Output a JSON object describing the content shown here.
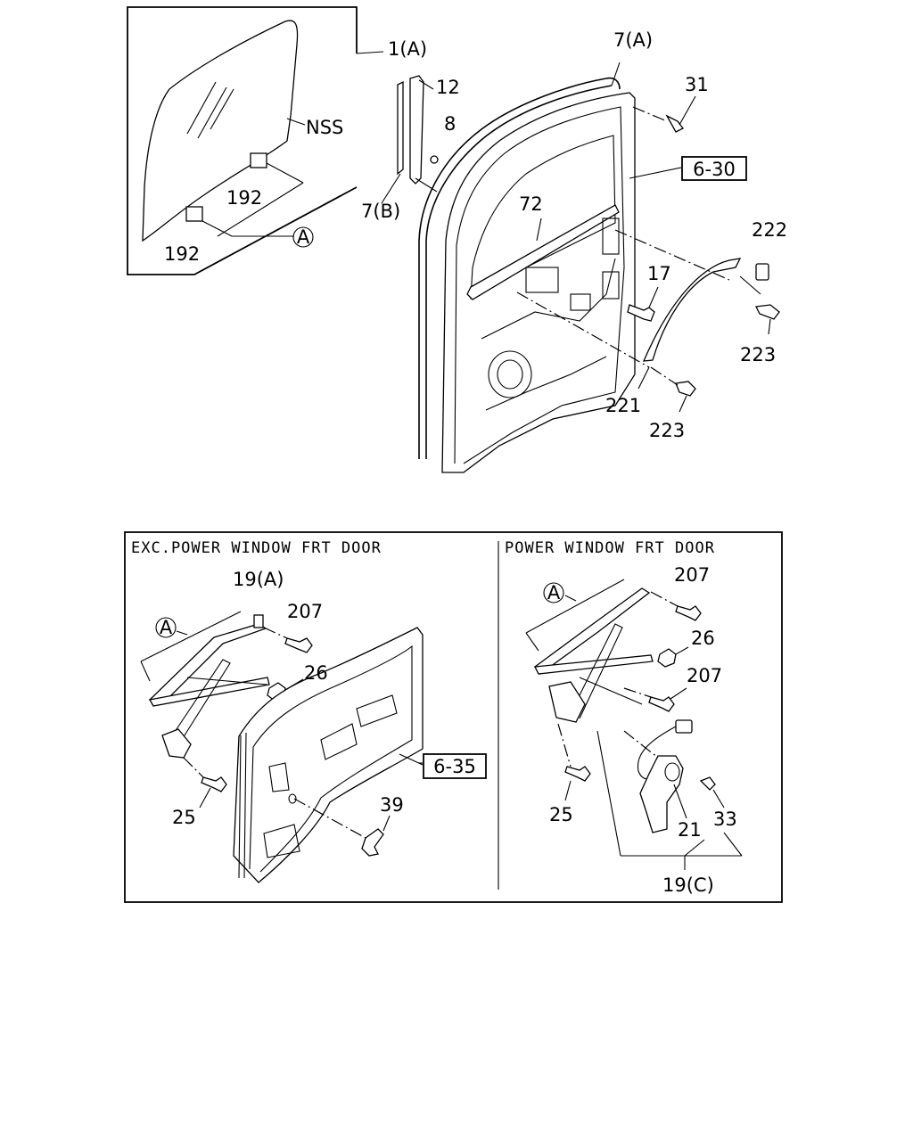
{
  "top": {
    "labels": {
      "glass": "1(A)",
      "nss": "NSS",
      "clip_upper": "192",
      "clip_lower": "192",
      "ref_a": "A",
      "channel_12": "12",
      "screw_8": "8",
      "run_7b": "7(B)",
      "weatherstrip_7a": "7(A)",
      "screw_31": "31",
      "ref_6_30": "6-30",
      "seal_72": "72",
      "bolt_17": "17",
      "cap_222": "222",
      "screw_223_upper": "223",
      "garnish_221": "221",
      "screw_223_lower": "223"
    }
  },
  "bottom": {
    "left": {
      "caption": "EXC.POWER WINDOW FRT DOOR",
      "labels": {
        "regulator": "19(A)",
        "ref_a": "A",
        "bolt_207": "207",
        "nut_26": "26",
        "ref_6_35": "6-35",
        "bolt_25": "25",
        "handle_39": "39"
      }
    },
    "right": {
      "caption": "POWER WINDOW FRT DOOR",
      "labels": {
        "ref_a": "A",
        "bolt_207_top": "207",
        "nut_26": "26",
        "bolt_207_mid": "207",
        "bolt_25": "25",
        "motor_21": "21",
        "screw_33": "33",
        "regulator": "19(C)"
      }
    }
  }
}
